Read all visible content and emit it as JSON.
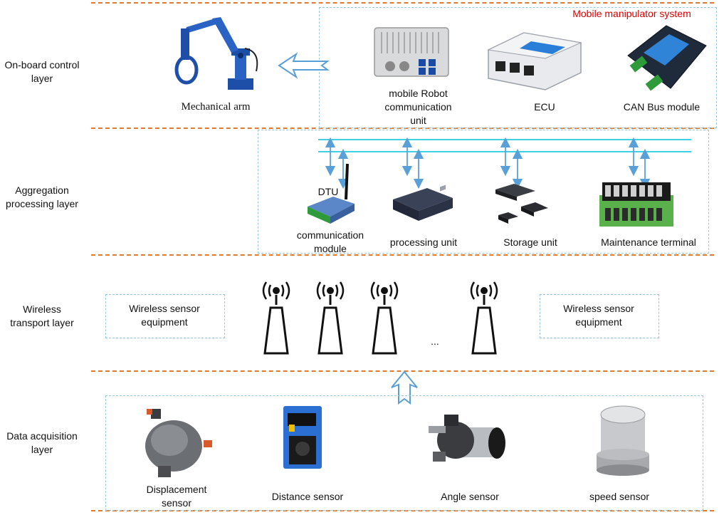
{
  "layers": {
    "onboard": "On-board control\nlayer",
    "aggregation": "Aggregation\nprocessing layer",
    "wireless": "Wireless\ntransport layer",
    "acquisition": "Data acquisition\nlayer"
  },
  "onboard": {
    "system_title": "Mobile manipulator system",
    "arm_label": "Mechanical arm",
    "comm_unit_label": "mobile Robot\ncommunication\nunit",
    "ecu_label": "ECU",
    "can_label": "CAN Bus module"
  },
  "aggregation": {
    "dtu_label": "DTU",
    "comm_module_label": "communication\nmodule",
    "processing_label": "processing unit",
    "storage_label": "Storage unit",
    "maintenance_label": "Maintenance terminal"
  },
  "wireless": {
    "left_box": "Wireless sensor\nequipment",
    "right_box": "Wireless sensor\nequipment",
    "ellipsis": "..."
  },
  "acquisition": {
    "displacement_label": "Displacement\nsensor",
    "distance_label": "Distance sensor",
    "angle_label": "Angle sensor",
    "speed_label": "speed sensor"
  },
  "icons": {
    "arm": "robot-arm-icon",
    "comm_unit": "comm-unit-device-icon",
    "ecu": "ecu-device-icon",
    "can": "can-bus-module-icon",
    "dtu": "dtu-modem-icon",
    "processing": "processing-unit-icon",
    "storage": "storage-drive-icon",
    "maintenance": "terminal-block-icon",
    "antenna": "antenna-tower-icon",
    "displacement": "displacement-sensor-icon",
    "distance": "distance-sensor-icon",
    "angle": "angle-sensor-icon",
    "speed": "speed-sensor-icon"
  },
  "colors": {
    "divider": "#e07a2e",
    "bus": "#3fd0e6",
    "arrow": "#5aa0d8",
    "system_title": "#e00000"
  }
}
